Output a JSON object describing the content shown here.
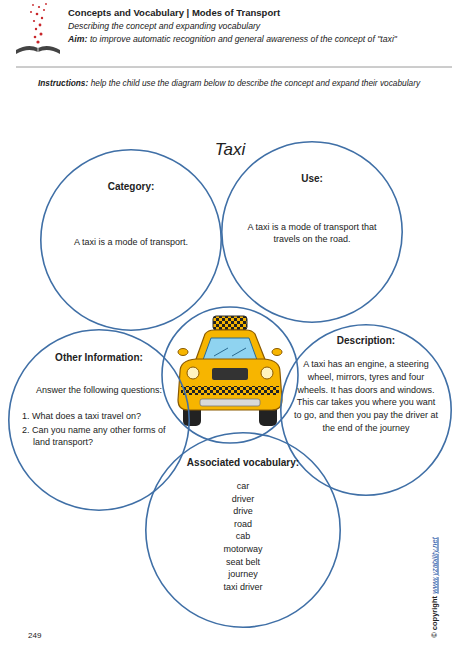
{
  "diagram": {
    "title": "Taxi",
    "nodes": [
      {
        "text": [
          "Category:",
          "A taxi is a mode of transport."
        ]
      },
      {
        "text": [
          "Use:",
          "A taxi is a mode of transport that travels on the road."
        ]
      },
      {
        "text": [
          "Other Information:",
          "Answer the following questions:",
          "1. What does a taxi travel on?",
          "2. Can you name any other forms of land transport?"
        ]
      },
      {
        "text": [
          "Description:",
          "A taxi has an engine, a steering wheel, mirrors, tyres and four wheels. It has doors and windows. This car takes you where you want to go, and then you pay the driver at the end of the journey"
        ]
      },
      {
        "text": [
          "Associated vocabulary:",
          "car",
          "driver",
          "drive",
          "road",
          "cab",
          "motorway",
          "seat belt",
          "journey",
          "taxi driver"
        ]
      }
    ],
    "labels": [
      "Concepts and Vocabulary | Modes of Transport",
      "Describing the concept and expanding vocabulary",
      "Aim:",
      "to improve automatic recognition and general awareness of the concept of \"taxi\"",
      "Instructions:",
      "help the child use the diagram below to describe the concept and expand their vocabulary",
      "© copyright",
      "www.yzability.net",
      "249"
    ]
  }
}
